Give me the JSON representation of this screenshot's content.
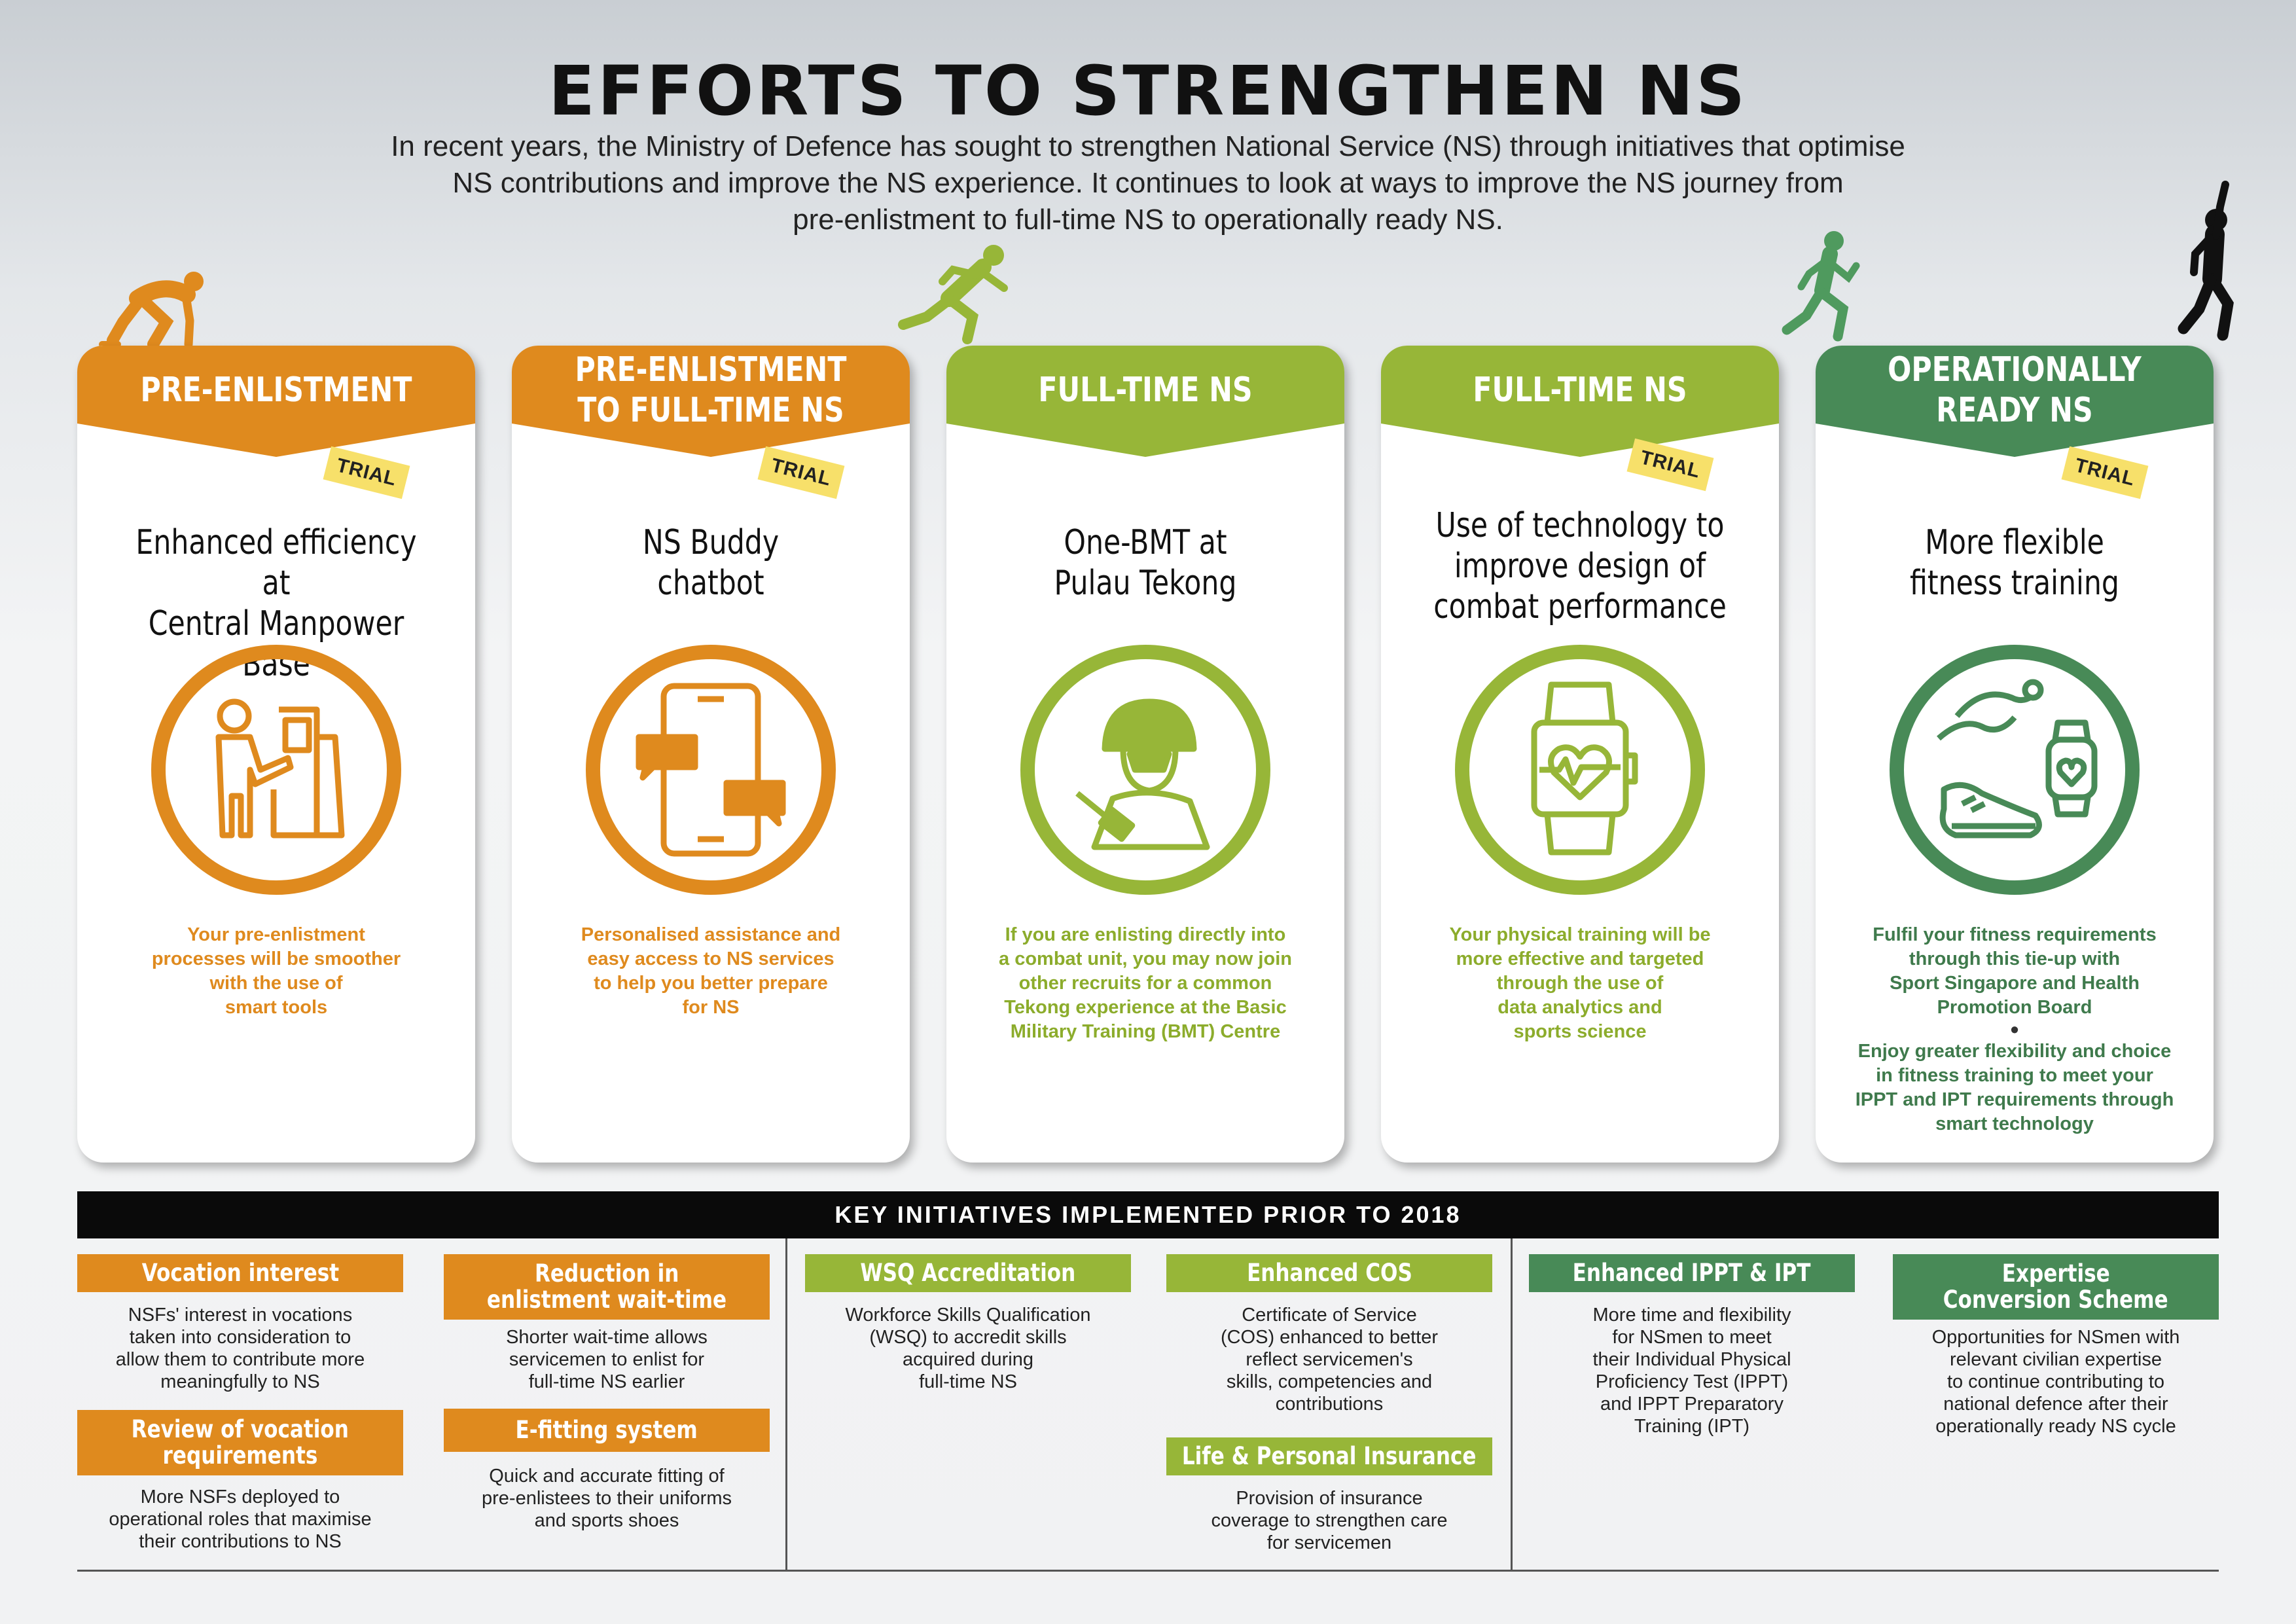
{
  "header": {
    "title": "EFFORTS TO STRENGTHEN NS",
    "intro_lines": [
      "In recent years, the Ministry of Defence has sought to strengthen National Service (NS) through initiatives that optimise",
      "NS contributions and improve the NS experience. It continues to look at ways to improve the NS journey from",
      "pre-enlistment to full-time NS to operationally ready NS."
    ]
  },
  "cards": [
    {
      "stage_lines": [
        "PRE-ENLISTMENT"
      ],
      "trial": "TRIAL",
      "headline_lines": [
        "Enhanced efficiency at",
        "Central Manpower Base"
      ],
      "icon": "kiosk-user-icon",
      "desc_lines": [
        "Your pre-enlistment",
        "processes will be smoother",
        "with the use of",
        "smart tools"
      ]
    },
    {
      "stage_lines": [
        "PRE-ENLISTMENT",
        "TO FULL-TIME NS"
      ],
      "trial": "TRIAL",
      "headline_lines": [
        "NS Buddy",
        "chatbot"
      ],
      "icon": "phone-chat-icon",
      "desc_lines": [
        "Personalised assistance and",
        "easy access to NS services",
        "to help you better prepare",
        "for NS"
      ]
    },
    {
      "stage_lines": [
        "FULL-TIME NS"
      ],
      "trial": "",
      "headline_lines": [
        "One-BMT at",
        "Pulau Tekong"
      ],
      "icon": "soldier-icon",
      "desc_lines": [
        "If you are enlisting directly into",
        "a combat unit, you may now join",
        "other recruits for a common",
        "Tekong experience at the Basic",
        "Military Training (BMT) Centre"
      ]
    },
    {
      "stage_lines": [
        "FULL-TIME NS"
      ],
      "trial": "TRIAL",
      "headline_lines": [
        "Use of technology to",
        "improve design of",
        "combat performance"
      ],
      "icon": "smartwatch-heart-icon",
      "desc_lines": [
        "Your physical training will be",
        "more effective and targeted",
        "through the use of",
        "data analytics and",
        "sports science"
      ]
    },
    {
      "stage_lines": [
        "OPERATIONALLY",
        "READY NS"
      ],
      "trial": "TRIAL",
      "headline_lines": [
        "More flexible",
        "fitness training"
      ],
      "icon": "fitness-icon",
      "desc_lines": [
        "Fulfil your fitness requirements",
        "through this tie-up with",
        "Sport Singapore and Health",
        "Promotion Board",
        "•",
        "Enjoy greater flexibility and choice",
        "in fitness training to meet your",
        "IPPT and IPT requirements through",
        "smart technology"
      ]
    }
  ],
  "key_initiatives": {
    "title": "KEY INITIATIVES IMPLEMENTED PRIOR TO 2018",
    "items": [
      {
        "label_lines": [
          "Vocation interest"
        ],
        "desc_lines": [
          "NSFs' interest in vocations",
          "taken into consideration to",
          "allow them to contribute more",
          "meaningfully to NS"
        ]
      },
      {
        "label_lines": [
          "Review of vocation",
          "requirements"
        ],
        "desc_lines": [
          "More NSFs deployed to",
          "operational roles that maximise",
          "their contributions to NS"
        ]
      },
      {
        "label_lines": [
          "Reduction in",
          "enlistment wait-time"
        ],
        "desc_lines": [
          "Shorter wait-time allows",
          "servicemen to enlist for",
          "full-time NS earlier"
        ]
      },
      {
        "label_lines": [
          "E-fitting system"
        ],
        "desc_lines": [
          "Quick and accurate fitting of",
          "pre-enlistees to their uniforms",
          "and sports shoes"
        ]
      },
      {
        "label_lines": [
          "WSQ Accreditation"
        ],
        "desc_lines": [
          "Workforce Skills Qualification",
          "(WSQ) to accredit skills",
          "acquired during",
          "full-time NS"
        ]
      },
      {
        "label_lines": [
          "Enhanced COS"
        ],
        "desc_lines": [
          "Certificate of Service",
          "(COS) enhanced to better",
          "reflect servicemen's",
          "skills, competencies and",
          "contributions"
        ]
      },
      {
        "label_lines": [
          "Life & Personal Insurance"
        ],
        "desc_lines": [
          "Provision of insurance",
          "coverage to strengthen care",
          "for servicemen"
        ]
      },
      {
        "label_lines": [
          "Enhanced IPPT & IPT"
        ],
        "desc_lines": [
          "More time and flexibility",
          "for NSmen to meet",
          "their Individual Physical",
          "Proficiency Test (IPPT)",
          "and IPPT Preparatory",
          "Training (IPT)"
        ]
      },
      {
        "label_lines": [
          "Expertise",
          "Conversion Scheme"
        ],
        "desc_lines": [
          "Opportunities for NSmen with",
          "relevant civilian expertise",
          "to continue contributing to",
          "national defence after their",
          "operationally ready NS cycle"
        ]
      }
    ]
  },
  "colors": {
    "orange": "#df8a1e",
    "lime": "#97b638",
    "green": "#488a57",
    "trial": "#f7e06a"
  },
  "figures": [
    "crouching-runner-icon",
    "sprinting-runner-icon",
    "running-man-icon",
    "celebrating-runner-icon"
  ]
}
